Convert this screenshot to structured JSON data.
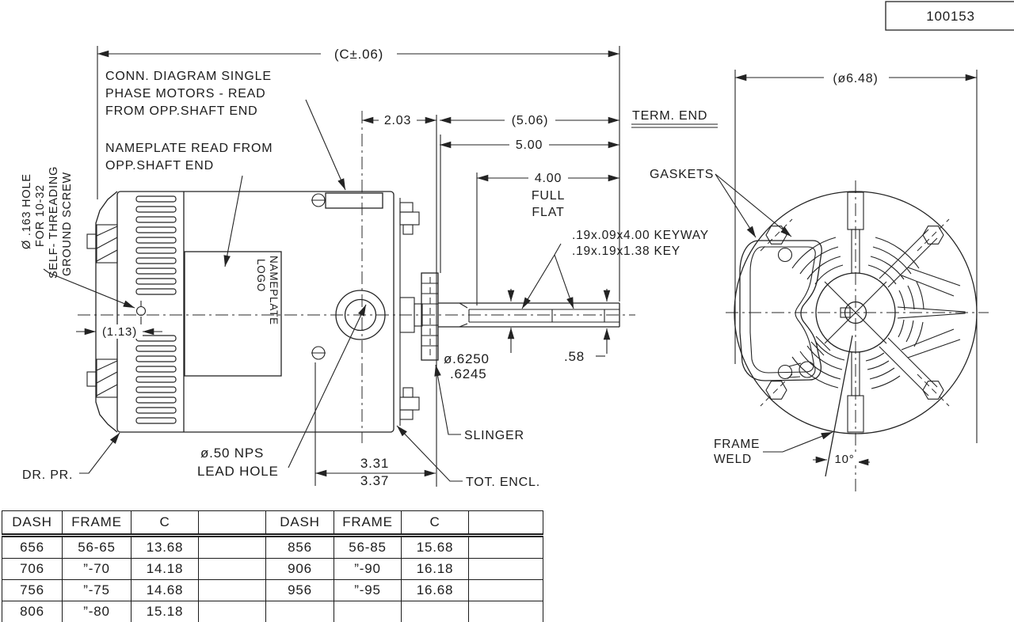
{
  "title_block": {
    "drawing_number": "100153"
  },
  "side_view": {
    "notes": {
      "conn_diagram": [
        "CONN. DIAGRAM SINGLE",
        "PHASE MOTORS - READ",
        "FROM OPP.SHAFT END"
      ],
      "nameplate": [
        "NAMEPLATE READ FROM",
        "OPP.SHAFT END"
      ],
      "ground_screw": [
        "Ø .163 HOLE",
        "FOR 10-32",
        "SELF- THREADING",
        "GROUND SCREW"
      ],
      "nameplate_logo": [
        "NAMEPLATE",
        "LOGO"
      ],
      "lead_hole": [
        "ø.50 NPS",
        "LEAD HOLE"
      ],
      "keyway": ".19x.09x4.00 KEYWAY",
      "key": ".19x.19x1.38 KEY",
      "slinger": "SLINGER",
      "tot_encl": "TOT. ENCL.",
      "dr_pr": "DR. PR."
    },
    "dimensions": {
      "overall": "(C±.06)",
      "d2_03": "2.03",
      "d5_06": "(5.06)",
      "d5_00": "5.00",
      "d4_00": "4.00",
      "full": "FULL",
      "flat": "FLAT",
      "d1_13": "(1.13)",
      "shaft_dia_max": "ø.6250",
      "shaft_dia_min": ".6245",
      "d0_58": ".58",
      "d3_31": "3.31",
      "d3_37": "3.37"
    }
  },
  "end_view": {
    "labels": {
      "term_end": "TERM. END",
      "gaskets": "GASKETS",
      "frame_weld": [
        "FRAME",
        "WELD"
      ]
    },
    "dimensions": {
      "outer_dia": "(ø6.48)",
      "weld_angle": "10°"
    }
  },
  "frame_table": {
    "headers": [
      "DASH",
      "FRAME",
      "C",
      "",
      "DASH",
      "FRAME",
      "C",
      ""
    ],
    "rows": [
      [
        "656",
        "56-65",
        "13.68",
        "",
        "856",
        "56-85",
        "15.68",
        ""
      ],
      [
        "706",
        "”-70",
        "14.18",
        "",
        "906",
        "”-90",
        "16.18",
        ""
      ],
      [
        "756",
        "”-75",
        "14.68",
        "",
        "956",
        "”-95",
        "16.68",
        ""
      ],
      [
        "806",
        "”-80",
        "15.18",
        "",
        "",
        "",
        "",
        ""
      ]
    ]
  }
}
